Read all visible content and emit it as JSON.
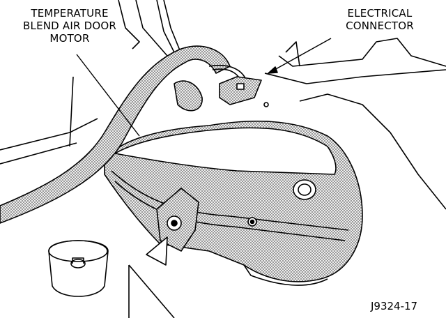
{
  "callouts": {
    "motor": [
      "TEMPERATURE",
      "BLEND AIR DOOR",
      "MOTOR"
    ],
    "connector": [
      "ELECTRICAL",
      "CONNECTOR"
    ]
  },
  "figure_id": "J9324-17"
}
